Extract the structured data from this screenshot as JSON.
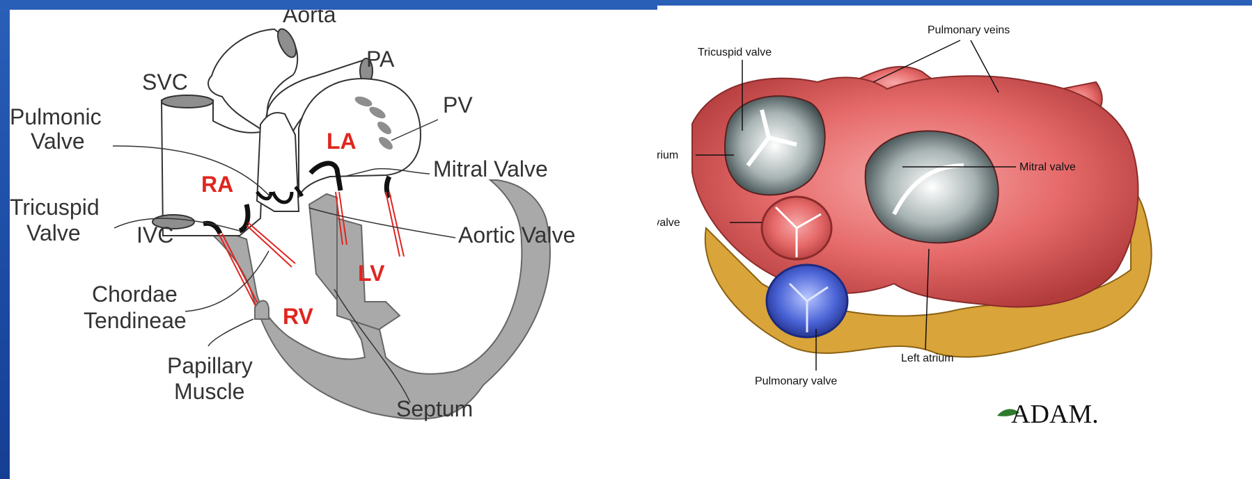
{
  "left_diagram": {
    "labels": {
      "aorta": "Aorta",
      "pa": "PA",
      "svc": "SVC",
      "pv": "PV",
      "pulmonic_valve_1": "Pulmonic",
      "pulmonic_valve_2": "Valve",
      "mitral_valve": "Mitral Valve",
      "tricuspid_valve_1": "Tricuspid",
      "tricuspid_valve_2": "Valve",
      "ivc": "IVC",
      "aortic_valve": "Aortic Valve",
      "chordae_1": "Chordae",
      "chordae_2": "Tendineae",
      "papillary_1": "Papillary",
      "papillary_2": "Muscle",
      "septum": "Septum"
    },
    "chambers": {
      "ra": "RA",
      "la": "LA",
      "lv": "LV",
      "rv": "RV"
    }
  },
  "right_diagram": {
    "labels": {
      "pulmonary_veins": "Pulmonary veins",
      "tricuspid_valve": "Tricuspid valve",
      "right_atrium": "Right atrium",
      "mitral_valve": "Mitral valve",
      "aortic_valve": "Aortic valve",
      "left_atrium": "Left atrium",
      "pulmonary_valve": "Pulmonary valve"
    },
    "logo": "ADAM."
  },
  "colors": {
    "background": "#1c4aa3",
    "chamber_label": "#e0251f",
    "myocardium": "#a9a9a9",
    "chordae": "#e0251f"
  }
}
